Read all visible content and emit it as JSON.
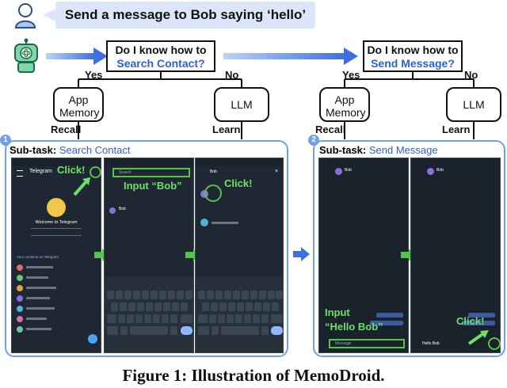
{
  "prompt": "Send a message to Bob saying ‘hello’",
  "decisions": [
    {
      "line1": "Do I know how to",
      "line2": "Search Contact?"
    },
    {
      "line1": "Do I know how to",
      "line2": "Send Message?"
    }
  ],
  "branch": {
    "yes": "Yes",
    "no": "No"
  },
  "nodes": {
    "app_memory_1": "App Memory",
    "app_memory_2": "App Memory",
    "llm_1": "LLM",
    "llm_2": "LLM"
  },
  "edges": {
    "recall": "Recall",
    "learn": "Learn"
  },
  "subtasks": [
    {
      "number": "1",
      "prefix": "Sub-task:",
      "name": "Search Contact"
    },
    {
      "number": "2",
      "prefix": "Sub-task:",
      "name": "Send Message"
    }
  ],
  "annotations": {
    "click": "Click!",
    "input_bob": "Input “Bob”",
    "input_hello_1": "Input",
    "input_hello_2": "“Hello Bob”"
  },
  "phones": {
    "telegram_title": "Telegram",
    "search_hint": "Search",
    "welcome": "Welcome to Telegram",
    "contacts_label": "Your contacts on Telegram",
    "contact_name": "Bob",
    "chat_name": "Bob",
    "message_hint": "Message",
    "draft": "Hello Bob"
  },
  "caption": "Figure 1: Illustration of MemoDroid."
}
